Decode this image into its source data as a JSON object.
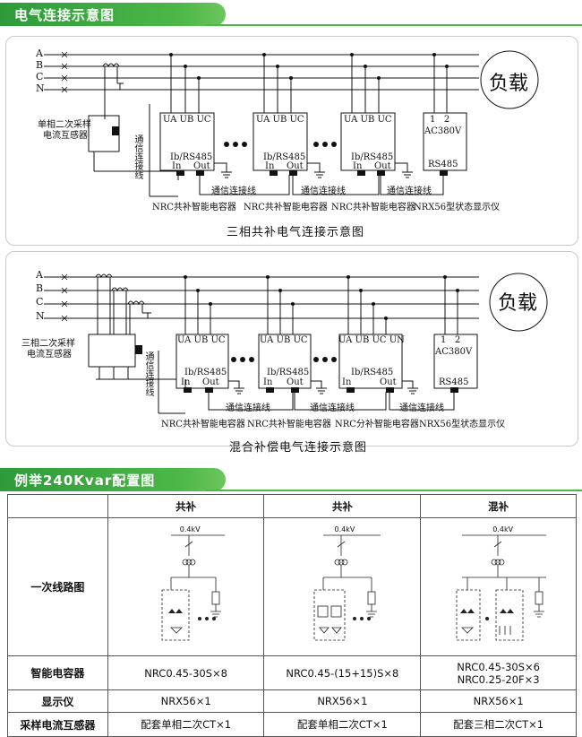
{
  "section1": {
    "title": "电气连接示意图"
  },
  "diagram1": {
    "phases": [
      "A",
      "B",
      "C",
      "N"
    ],
    "load": "负载",
    "ct_label_1": "单相二次采样",
    "ct_label_2": "电流互感器",
    "comm_vertical": "通信连接线",
    "terminals_3": "UA UB UC",
    "comm_proto": "Ib/RS485",
    "in_label": "In",
    "out_label": "Out",
    "display_top": "1   2",
    "display_volt": "AC380V",
    "display_rs": "RS485",
    "comm_link": "通信连接线",
    "unit_label": "NRC共补智能电容器",
    "display_label": "NRX56型状态显示仪",
    "caption": "三相共补电气连接示意图"
  },
  "diagram2": {
    "phases": [
      "A",
      "B",
      "C",
      "N"
    ],
    "load": "负载",
    "ct_label_1": "三相二次采样",
    "ct_label_2": "电流互感器",
    "comm_vertical": "通信连接线",
    "terminals_3": "UA UB UC",
    "terminals_4": "UA UB UC UN",
    "comm_proto": "Ib/RS485",
    "in_label": "In",
    "out_label": "Out",
    "display_top": "1   2",
    "display_volt": "AC380V",
    "display_rs": "RS485",
    "comm_link": "通信连接线",
    "unit_label": "NRC共补智能电容器",
    "unit_label_split": "NRC分补智能电容器",
    "display_label": "NRX56型状态显示仪",
    "caption": "混合补偿电气连接示意图"
  },
  "section2": {
    "title": "例举240Kvar配置图"
  },
  "config_table": {
    "columns": [
      "共补",
      "共补",
      "混补"
    ],
    "voltage": "0.4kV",
    "row_diagram": "一次线路图",
    "row_capacitor": "智能电容器",
    "row_display": "显示仪",
    "row_ct": "采样电流互感器",
    "capacitor": [
      "NRC0.45-30S×8",
      "NRC0.45-(15+15)S×8",
      "NRC0.45-30S×6",
      "NRC0.25-20F×3"
    ],
    "display": [
      "NRX56×1",
      "NRX56×1",
      "NRX56×1"
    ],
    "ct": [
      "配套单相二次CT×1",
      "配套单相二次CT×1",
      "配套三相二次CT×1"
    ]
  }
}
